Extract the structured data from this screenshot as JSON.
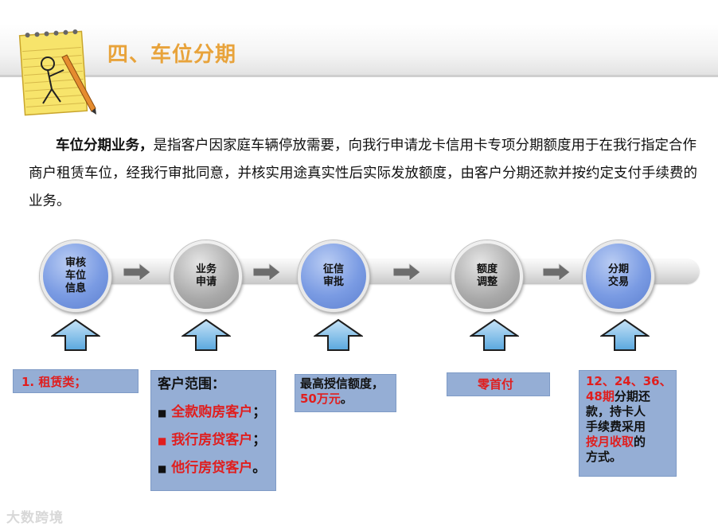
{
  "title": "四、车位分期",
  "intro": {
    "lead": "车位分期业务，",
    "rest": "是指客户因家庭车辆停放需要，向我行申请龙卡信用卡专项分期额度用于在我行指定合作商户租赁车位，经我行审批同意，并核实用途真实性后实际发放额度，由客户分期还款并按约定支付手续费的业务。"
  },
  "steps": [
    {
      "line1": "审核",
      "line2": "车位",
      "line3": "信息",
      "style": "blue"
    },
    {
      "line1": "业务",
      "line2": "申请",
      "style": "gray"
    },
    {
      "line1": "征信",
      "line2": "审批",
      "style": "blue"
    },
    {
      "line1": "额度",
      "line2": "调整",
      "style": "gray"
    },
    {
      "line1": "分期",
      "line2": "交易",
      "style": "blue"
    }
  ],
  "boxes": {
    "b1": {
      "text": "1. 租赁类；"
    },
    "b2": {
      "heading": "客户范围：",
      "items": [
        {
          "bullet": "■",
          "text": "全款购房客户",
          "suffix": "；"
        },
        {
          "bullet": "■",
          "text": "我行房贷客户",
          "suffix": "；"
        },
        {
          "bullet": "■",
          "text": "他行房贷客户",
          "suffix": "。"
        }
      ]
    },
    "b3": {
      "line1": "最高授信额度，",
      "line2": "50万元",
      "suffix": "。"
    },
    "b4": {
      "text": "零首付"
    },
    "b5": {
      "red1": "12、24、36、",
      "red2": "48期",
      "black1": "分期还",
      "line3": "款，持卡人",
      "line4": "手续费采用",
      "red3": "按月收取",
      "black2": "的",
      "line6": "方式。"
    }
  },
  "watermark": "大数跨境",
  "colors": {
    "title": "#e8a33b",
    "blue_node": "#7a9be3",
    "box": "#95aed5",
    "red": "#e01e1e"
  }
}
